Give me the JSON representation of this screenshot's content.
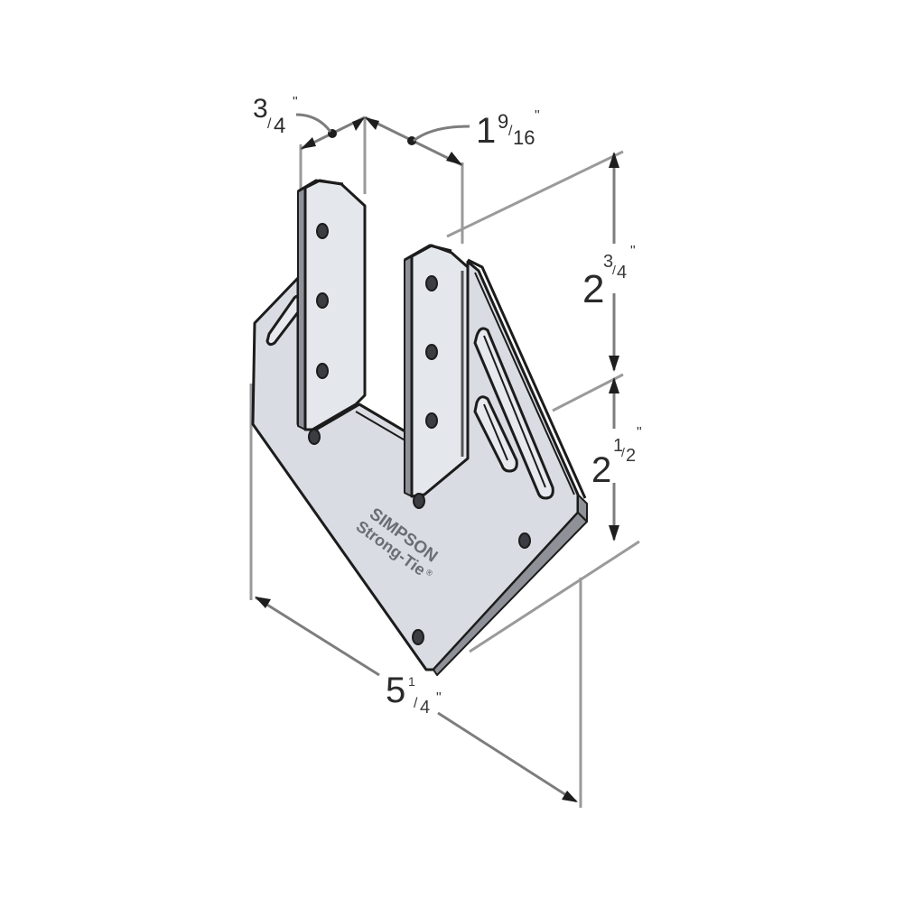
{
  "diagram": {
    "subject": "Steel connector bracket (isometric view)",
    "colors": {
      "background": "#ffffff",
      "metal_face": "#d9dde3",
      "metal_edge": "#8e9298",
      "outline": "#1c1c1c",
      "dimension_line": "#7d7d7d"
    },
    "dimensions": {
      "flange_width": {
        "whole": "",
        "numerator": "3",
        "denominator": "4",
        "unit": "\""
      },
      "gap_width": {
        "whole": "1",
        "numerator": "9",
        "denominator": "16",
        "unit": "\""
      },
      "upper_height": {
        "whole": "2",
        "numerator": "3",
        "denominator": "4",
        "unit": "\""
      },
      "lower_height": {
        "whole": "2",
        "numerator": "1",
        "denominator": "2",
        "unit": "\""
      },
      "overall_width": {
        "whole": "5",
        "numerator": "1",
        "denominator": "4",
        "unit": "\""
      }
    },
    "brand_stamp": {
      "line1": "SIMPSON",
      "line2": "Strong-Tie",
      "mark": "®"
    }
  }
}
